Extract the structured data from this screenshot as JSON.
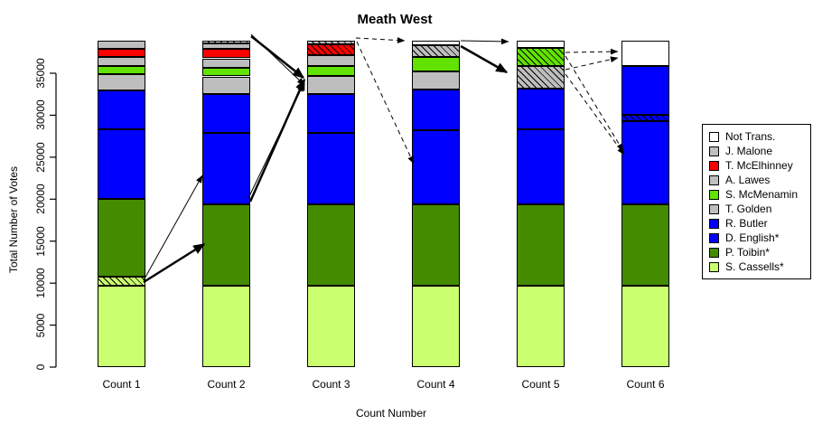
{
  "title": "Meath West",
  "chart_data": {
    "type": "bar",
    "subtype": "stacked-vote-transfer",
    "title": "Meath West",
    "xlabel": "Count Number",
    "ylabel": "Total Number of Votes",
    "ylim": [
      0,
      35000
    ],
    "y_ticks": [
      0,
      5000,
      10000,
      15000,
      20000,
      25000,
      30000,
      35000
    ],
    "total_valid_votes": 38876,
    "grid": false,
    "legend_position": "right",
    "categories": [
      "Count 1",
      "Count 2",
      "Count 3",
      "Count 4",
      "Count 5",
      "Count 6"
    ],
    "legend": {
      "items": [
        {
          "label": "Not Trans.",
          "color": "#FFFFFF"
        },
        {
          "label": "J. Malone",
          "color": "#BEBEBE"
        },
        {
          "label": "T. McElhinney",
          "color": "#FF0000"
        },
        {
          "label": "A. Lawes",
          "color": "#BEBEBE"
        },
        {
          "label": "S. McMenamin",
          "color": "#62E200"
        },
        {
          "label": "T. Golden",
          "color": "#BEBEBE"
        },
        {
          "label": "R. Butler",
          "color": "#0000FF"
        },
        {
          "label": "D. English*",
          "color": "#0000FF"
        },
        {
          "label": "P. Toibin*",
          "color": "#458B00"
        },
        {
          "label": "S. Cassells*",
          "color": "#CAFF70"
        }
      ]
    },
    "counts": [
      {
        "label": "Count 1",
        "segments": [
          {
            "candidate": "S. Cassells*",
            "votes": 9720,
            "color": "#CAFF70",
            "hatched": false
          },
          {
            "candidate": "S. Cassells* (surplus transferring)",
            "votes": 1049,
            "color": "#CAFF70",
            "hatched": true
          },
          {
            "candidate": "P. Toibin*",
            "votes": 9264,
            "color": "#458B00",
            "hatched": false
          },
          {
            "candidate": "D. English*",
            "votes": 8292,
            "color": "#0000FF",
            "hatched": false
          },
          {
            "candidate": "R. Butler",
            "votes": 4631,
            "color": "#0000FF",
            "hatched": false
          },
          {
            "candidate": "T. Golden",
            "votes": 1938,
            "color": "#BEBEBE",
            "hatched": false
          },
          {
            "candidate": "S. McMenamin",
            "votes": 970,
            "color": "#62E200",
            "hatched": false
          },
          {
            "candidate": "A. Lawes",
            "votes": 1077,
            "color": "#BEBEBE",
            "hatched": false
          },
          {
            "candidate": "T. McElhinney",
            "votes": 969,
            "color": "#FF0000",
            "hatched": false
          },
          {
            "candidate": "J. Malone",
            "votes": 966,
            "color": "#BEBEBE",
            "hatched": false
          }
        ]
      },
      {
        "label": "Count 2",
        "segments": [
          {
            "candidate": "S. Cassells*",
            "votes": 9720,
            "color": "#CAFF70",
            "hatched": false
          },
          {
            "candidate": "P. Toibin*",
            "votes": 9696,
            "color": "#458B00",
            "hatched": false
          },
          {
            "candidate": "D. English*",
            "votes": 8470,
            "color": "#0000FF",
            "hatched": false
          },
          {
            "candidate": "R. Butler",
            "votes": 4640,
            "color": "#0000FF",
            "hatched": false
          },
          {
            "candidate": "T. Golden",
            "votes": 2100,
            "color": "#BEBEBE",
            "hatched": false
          },
          {
            "candidate": "S. McMenamin",
            "votes": 1050,
            "color": "#62E200",
            "hatched": false
          },
          {
            "candidate": "A. Lawes",
            "votes": 1100,
            "color": "#BEBEBE",
            "hatched": false
          },
          {
            "candidate": "T. McElhinney",
            "votes": 1100,
            "color": "#FF0000",
            "hatched": false
          },
          {
            "candidate": "J. Malone",
            "votes": 700,
            "color": "#BEBEBE",
            "hatched": false
          },
          {
            "candidate": "J. Malone (transferring)",
            "votes": 300,
            "color": "#E8E8E8",
            "hatched": true
          }
        ]
      },
      {
        "label": "Count 3",
        "segments": [
          {
            "candidate": "S. Cassells*",
            "votes": 9720,
            "color": "#CAFF70",
            "hatched": false
          },
          {
            "candidate": "P. Toibin*",
            "votes": 9696,
            "color": "#458B00",
            "hatched": false
          },
          {
            "candidate": "D. English*",
            "votes": 8450,
            "color": "#0000FF",
            "hatched": false
          },
          {
            "candidate": "R. Butler",
            "votes": 4690,
            "color": "#0000FF",
            "hatched": false
          },
          {
            "candidate": "T. Golden",
            "votes": 2160,
            "color": "#BEBEBE",
            "hatched": false
          },
          {
            "candidate": "S. McMenamin",
            "votes": 1120,
            "color": "#62E200",
            "hatched": false
          },
          {
            "candidate": "A. Lawes",
            "votes": 1340,
            "color": "#BEBEBE",
            "hatched": false
          },
          {
            "candidate": "T. McElhinney (transferring)",
            "votes": 1286,
            "color": "#FF0000",
            "hatched": true
          },
          {
            "candidate": "J. Malone (transferring)",
            "votes": 414,
            "color": "#BEBEBE",
            "hatched": true
          }
        ]
      },
      {
        "label": "Count 4",
        "segments": [
          {
            "candidate": "S. Cassells*",
            "votes": 9720,
            "color": "#CAFF70",
            "hatched": false
          },
          {
            "candidate": "P. Toibin*",
            "votes": 9696,
            "color": "#458B00",
            "hatched": false
          },
          {
            "candidate": "D. English*",
            "votes": 8850,
            "color": "#0000FF",
            "hatched": false
          },
          {
            "candidate": "R. Butler",
            "votes": 4850,
            "color": "#0000FF",
            "hatched": false
          },
          {
            "candidate": "T. Golden",
            "votes": 2100,
            "color": "#BEBEBE",
            "hatched": false
          },
          {
            "candidate": "S. McMenamin",
            "votes": 1720,
            "color": "#62E200",
            "hatched": false
          },
          {
            "candidate": "A. Lawes (transferring)",
            "votes": 1420,
            "color": "#BEBEBE",
            "hatched": true
          },
          {
            "candidate": "Not Trans.",
            "votes": 520,
            "color": "#FFFFFF",
            "hatched": false
          }
        ]
      },
      {
        "label": "Count 5",
        "segments": [
          {
            "candidate": "S. Cassells*",
            "votes": 9720,
            "color": "#CAFF70",
            "hatched": false
          },
          {
            "candidate": "P. Toibin*",
            "votes": 9696,
            "color": "#458B00",
            "hatched": false
          },
          {
            "candidate": "D. English*",
            "votes": 8870,
            "color": "#0000FF",
            "hatched": false
          },
          {
            "candidate": "R. Butler",
            "votes": 4880,
            "color": "#0000FF",
            "hatched": false
          },
          {
            "candidate": "T. Golden (transferring)",
            "votes": 2690,
            "color": "#BEBEBE",
            "hatched": true
          },
          {
            "candidate": "S. McMenamin (transferring)",
            "votes": 2160,
            "color": "#62E200",
            "hatched": true
          },
          {
            "candidate": "Not Trans.",
            "votes": 860,
            "color": "#FFFFFF",
            "hatched": false
          }
        ]
      },
      {
        "label": "Count 6",
        "segments": [
          {
            "candidate": "S. Cassells*",
            "votes": 9720,
            "color": "#CAFF70",
            "hatched": false
          },
          {
            "candidate": "P. Toibin*",
            "votes": 9696,
            "color": "#458B00",
            "hatched": false
          },
          {
            "candidate": "D. English*",
            "votes": 9904,
            "color": "#0000FF",
            "hatched": false
          },
          {
            "candidate": "D. English* (surplus)",
            "votes": 754,
            "color": "#0000FF",
            "hatched": true
          },
          {
            "candidate": "R. Butler",
            "votes": 5815,
            "color": "#0000FF",
            "hatched": false
          },
          {
            "candidate": "Not Trans.",
            "votes": 2987,
            "color": "#FFFFFF",
            "hatched": false
          }
        ]
      }
    ],
    "transfer_arrows": [
      {
        "from": "Count 1 surplus",
        "to": "Count 2 D. English",
        "x1": 159,
        "y1": 310,
        "x2": 224,
        "y2": 194,
        "style": "solid",
        "width": 1
      },
      {
        "from": "Count 1 surplus",
        "to": "Count 2 P. Toibin",
        "x1": 159,
        "y1": 312,
        "x2": 226,
        "y2": 270,
        "style": "solid",
        "width": 2.5
      },
      {
        "from": "Count 2 top",
        "to": "Count 3 T. Golden",
        "x1": 278,
        "y1": 40,
        "x2": 336,
        "y2": 86,
        "style": "solid",
        "width": 2.5
      },
      {
        "from": "Count 2 top",
        "to": "Count 3 T. Golden",
        "x1": 278,
        "y1": 38,
        "x2": 337,
        "y2": 94,
        "style": "solid",
        "width": 1
      },
      {
        "from": "Count 2 P. Toibin top",
        "to": "Count 3 T. Golden",
        "x1": 275,
        "y1": 219,
        "x2": 336,
        "y2": 93,
        "style": "solid",
        "width": 1
      },
      {
        "from": "Count 2 P. Toibin top",
        "to": "Count 3 T. Golden",
        "x1": 277,
        "y1": 223,
        "x2": 337,
        "y2": 88,
        "style": "solid",
        "width": 2.5
      },
      {
        "from": "Count 3 eliminated",
        "to": "Count 4 Not Trans.",
        "x1": 394,
        "y1": 42,
        "x2": 448,
        "y2": 45,
        "style": "dashed",
        "width": 1
      },
      {
        "from": "Count 3 eliminated",
        "to": "Count 4 D. English",
        "x1": 395,
        "y1": 46,
        "x2": 458,
        "y2": 181,
        "style": "dashed",
        "width": 1
      },
      {
        "from": "Count 4 A. Lawes",
        "to": "Count 5 Not Trans.",
        "x1": 510,
        "y1": 45,
        "x2": 563,
        "y2": 46,
        "style": "solid",
        "width": 1
      },
      {
        "from": "Count 4 A. Lawes",
        "to": "Count 5 T. Golden",
        "x1": 510,
        "y1": 51,
        "x2": 561,
        "y2": 80,
        "style": "solid",
        "width": 2.5
      },
      {
        "from": "Count 5 S. McMenamin",
        "to": "Count 6 Not Trans.",
        "x1": 626,
        "y1": 58,
        "x2": 684,
        "y2": 57,
        "style": "dashed",
        "width": 1
      },
      {
        "from": "Count 5 T. Golden",
        "to": "Count 6 Not Trans.",
        "x1": 626,
        "y1": 77,
        "x2": 684,
        "y2": 64,
        "style": "dashed",
        "width": 1
      },
      {
        "from": "Count 5 S. McMenamin",
        "to": "Count 6 D. English",
        "x1": 626,
        "y1": 62,
        "x2": 690,
        "y2": 167,
        "style": "dashed",
        "width": 1
      },
      {
        "from": "Count 5 T. Golden",
        "to": "Count 6 D. English",
        "x1": 626,
        "y1": 82,
        "x2": 691,
        "y2": 171,
        "style": "dashed",
        "width": 1
      }
    ]
  }
}
